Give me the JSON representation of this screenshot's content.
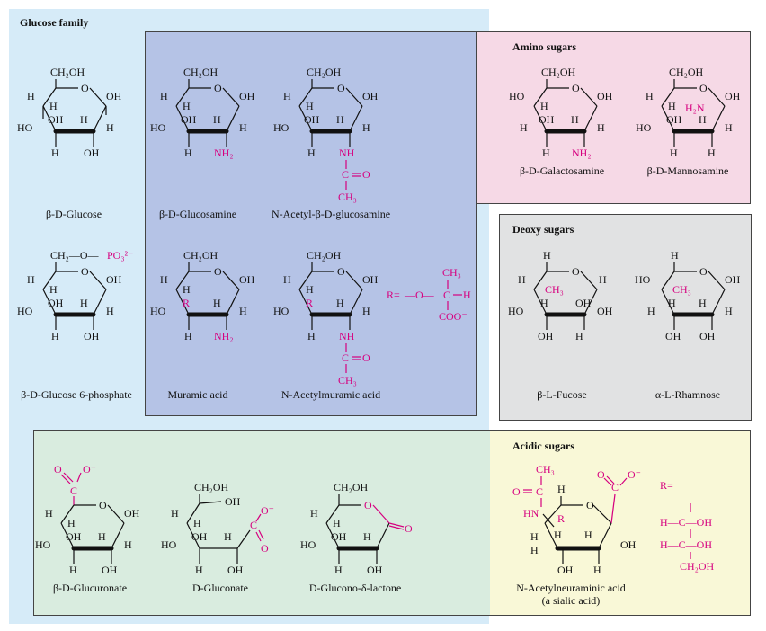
{
  "colors": {
    "glucose_bg": "#d6ebf8",
    "blue_bg": "#b5c3e6",
    "amino_bg": "#f6d9e6",
    "deoxy_bg": "#e1e2e3",
    "acidic_bg": "#d9ecdf",
    "acidic_right_bg": "#f9f8d7",
    "highlight": "#d6007f"
  },
  "headers": {
    "glucose_family": "Glucose family",
    "amino_sugars": "Amino sugars",
    "deoxy_sugars": "Deoxy sugars",
    "acidic_sugars": "Acidic sugars"
  },
  "captions": {
    "beta_d_glucose": "β-D-Glucose",
    "beta_d_glucose_6_phosphate": "β-D-Glucose 6-phosphate",
    "beta_d_glucosamine": "β-D-Glucosamine",
    "n_acetyl_beta_d_glucosamine": "N-Acetyl-β-D-glucosamine",
    "muramic_acid": "Muramic acid",
    "n_acetylmuramic_acid": "N-Acetylmuramic acid",
    "beta_d_galactosamine": "β-D-Galactosamine",
    "beta_d_mannosamine": "β-D-Mannosamine",
    "beta_l_fucose": "β-L-Fucose",
    "alpha_l_rhamnose": "α-L-Rhamnose",
    "beta_d_glucuronate": "β-D-Glucuronate",
    "d_gluconate": "D-Gluconate",
    "d_glucono_delta_lactone": "D-Glucono-δ-lactone",
    "n_acetylneuraminic_acid": "N-Acetylneuraminic acid",
    "a_sialic_acid": "(a sialic acid)"
  },
  "atoms": {
    "ch2oh": "CH₂OH",
    "o": "O",
    "oh": "OH",
    "ho": "HO",
    "h": "H",
    "nh2": "NH₂",
    "h2n": "H₂N",
    "nh": "NH",
    "hn": "HN",
    "c": "C",
    "ch3": "CH₃",
    "r": "R",
    "ch2_o": "CH₂—O—",
    "po3": "PO₃²⁻",
    "coo_minus": "COO⁻",
    "o_minus": "O⁻",
    "r_eq": "R=",
    "r_group_o": "—O—",
    "h_c_oh": "H—C—OH"
  }
}
